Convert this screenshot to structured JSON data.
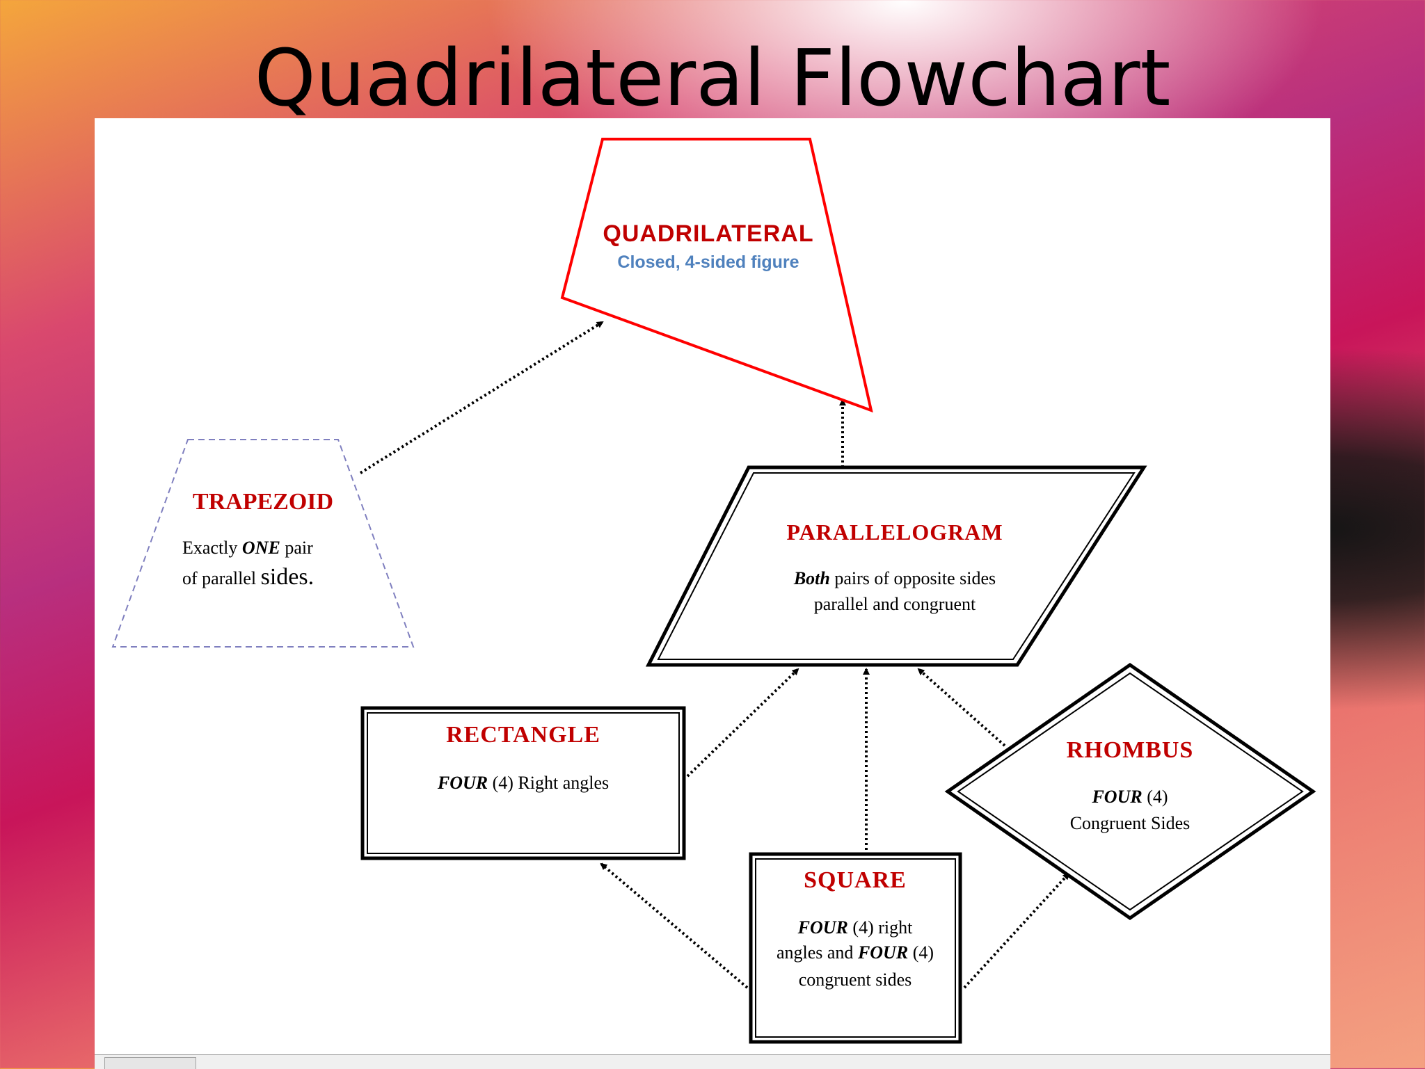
{
  "title": "Quadrilateral Flowchart",
  "nodes": {
    "quadrilateral": {
      "title": "QUADRILATERAL",
      "subtitle": "Closed, 4-sided figure"
    },
    "trapezoid": {
      "title": "TRAPEZOID",
      "line1": [
        "Exactly ",
        "ONE",
        " pair"
      ],
      "line2": [
        "of parallel ",
        "sides."
      ]
    },
    "parallelogram": {
      "title": "PARALLELOGRAM",
      "line1": [
        "Both",
        " pairs of opposite sides"
      ],
      "line2": "parallel and congruent"
    },
    "rectangle": {
      "title": "RECTANGLE",
      "line1": [
        "FOUR",
        " (4) Right angles"
      ]
    },
    "rhombus": {
      "title": "RHOMBUS",
      "line1": [
        "FOUR",
        " (4)"
      ],
      "line2": "Congruent Sides"
    },
    "square": {
      "title": "SQUARE",
      "line1": [
        "FOUR",
        " (4) right"
      ],
      "line2": [
        "angles and ",
        "FOUR",
        " (4)"
      ],
      "line3": "congruent sides"
    }
  },
  "colors": {
    "node_title": "#c00000",
    "quadrilateral_title": "#c00000",
    "quadrilateral_subtitle": "#4f81bd",
    "quadrilateral_border": "#ff0000",
    "trapezoid_border": "#7f7fbf",
    "arrow": "#000000"
  },
  "edges": [
    {
      "from": "trapezoid",
      "to": "quadrilateral"
    },
    {
      "from": "parallelogram",
      "to": "quadrilateral"
    },
    {
      "from": "rectangle",
      "to": "parallelogram"
    },
    {
      "from": "square",
      "to": "parallelogram"
    },
    {
      "from": "rhombus",
      "to": "parallelogram"
    },
    {
      "from": "square",
      "to": "rectangle"
    },
    {
      "from": "square",
      "to": "rhombus"
    }
  ]
}
